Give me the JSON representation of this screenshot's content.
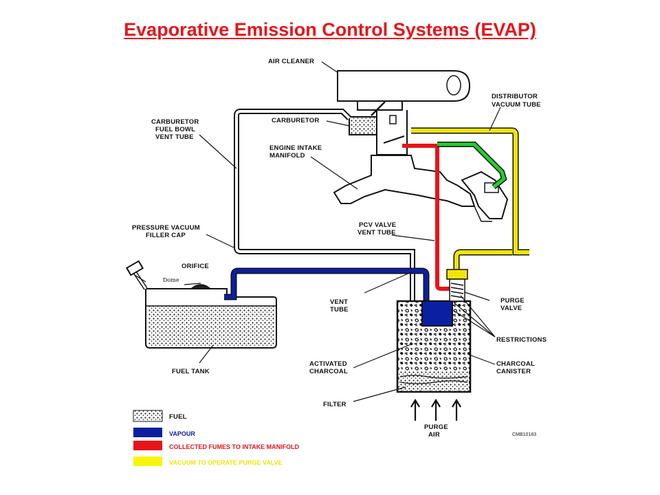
{
  "title": "Evaporative Emission Control Systems (EVAP)",
  "colors": {
    "title": "#e8141b",
    "vapour": "#0b1fa3",
    "fumes": "#e8141b",
    "vacuum": "#f2e40a",
    "pcv_green": "#1fcf2c"
  },
  "labels": {
    "air_cleaner": "AIR CLEANER",
    "distributor_vacuum_tube_1": "DISTRIBUTOR",
    "distributor_vacuum_tube_2": "VACUUM TUBE",
    "carb_vent_1": "CARBURETOR",
    "carb_vent_2": "FUEL BOWL",
    "carb_vent_3": "VENT TUBE",
    "carburetor": "CARBURETOR",
    "intake_1": "ENGINE INTAKE",
    "intake_2": "MANIFOLD",
    "pressure_cap_1": "PRESSURE VACUUM",
    "pressure_cap_2": "FILLER CAP",
    "orifice": "ORIFICE",
    "dome": "Dome",
    "pcv_1": "PCV VALVE",
    "pcv_2": "VENT TUBE",
    "vent_tube_1": "VENT",
    "vent_tube_2": "TUBE",
    "purge_valve_1": "PURGE",
    "purge_valve_2": "VALVE",
    "restrictions": "RESTRICTIONS",
    "fuel_tank": "FUEL TANK",
    "activated_1": "ACTIVATED",
    "activated_2": "CHARCOAL",
    "canister_1": "CHARCOAL",
    "canister_2": "CANISTER",
    "filter": "FILTER",
    "purge_air_1": "PURGE",
    "purge_air_2": "AIR",
    "figure_code": "CMB10183"
  },
  "legend": {
    "fuel": "FUEL",
    "vapour": "VAPOUR",
    "fumes": "COLLECTED FUMES TO INTAKE MANIFOLD",
    "vacuum": "VACUUM TO OPERATE PURGE VALVE"
  }
}
